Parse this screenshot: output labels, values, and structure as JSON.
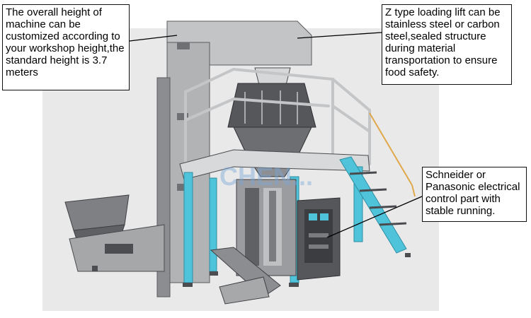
{
  "callouts": {
    "height": "The overall height of machine can be customized according to your workshop height,the standard height is 3.7 meters",
    "lift": "Z type loading lift can be stainless steel or carbon steel,sealed structure during material transportation to ensure food safety.",
    "control": "Schneider or Panasonic electrical control part with stable running."
  },
  "watermark": "CHEN...",
  "colors": {
    "frame_blue": "#4fc3d9",
    "machine_grey": "#a9aaac",
    "machine_dark": "#55575a",
    "rail": "#c4c5c7",
    "watermark": "#7aa6d6"
  }
}
